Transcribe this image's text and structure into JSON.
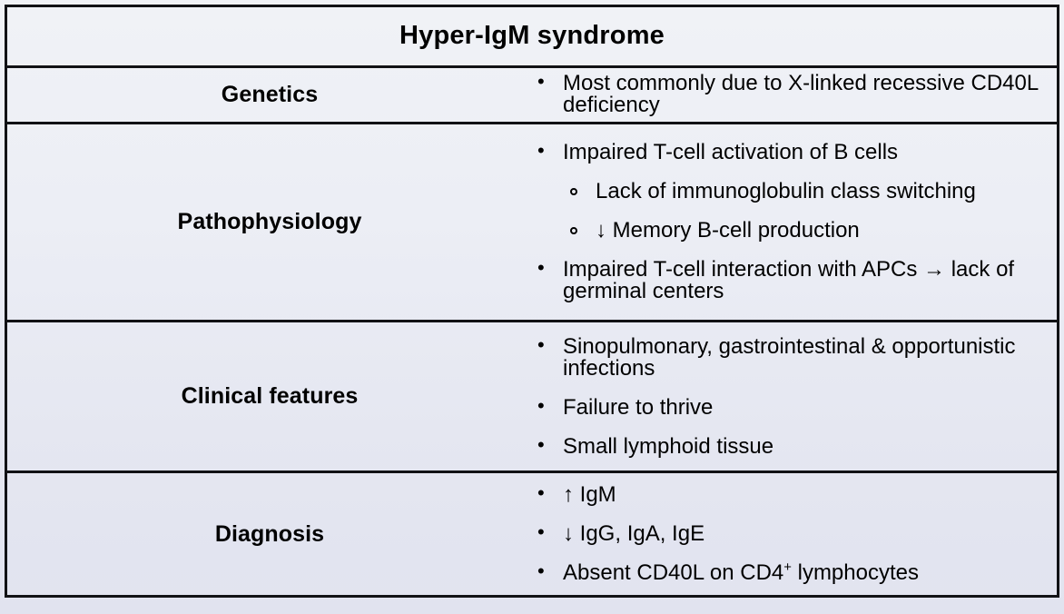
{
  "table": {
    "title": "Hyper-IgM syndrome",
    "colors": {
      "border": "#111215",
      "background_top": "#f0f2f6",
      "background_bottom": "#e1e3ef",
      "text": "#000000"
    },
    "rows": [
      {
        "label": "Genetics",
        "items": [
          {
            "text": "Most commonly due to X-linked recessive CD40L deficiency",
            "sub": []
          }
        ]
      },
      {
        "label": "Pathophysiology",
        "items": [
          {
            "text": "Impaired T-cell activation of B cells",
            "sub": [
              "Lack of immunoglobulin class switching",
              "↓ Memory B-cell production"
            ]
          },
          {
            "text": "Impaired T-cell interaction with APCs → lack of germinal centers",
            "sub": []
          }
        ]
      },
      {
        "label": "Clinical features",
        "items": [
          {
            "text": "Sinopulmonary, gastrointestinal & opportunistic infections",
            "sub": []
          },
          {
            "text": "Failure to thrive",
            "sub": []
          },
          {
            "text": "Small lymphoid tissue",
            "sub": []
          }
        ]
      },
      {
        "label": "Diagnosis",
        "items": [
          {
            "text": "↑ IgM",
            "sub": []
          },
          {
            "text": "↓ IgG, IgA, IgE",
            "sub": []
          },
          {
            "text_html": "Absent CD40L on CD4<sup>+</sup> lymphocytes",
            "sub": []
          }
        ]
      }
    ]
  }
}
